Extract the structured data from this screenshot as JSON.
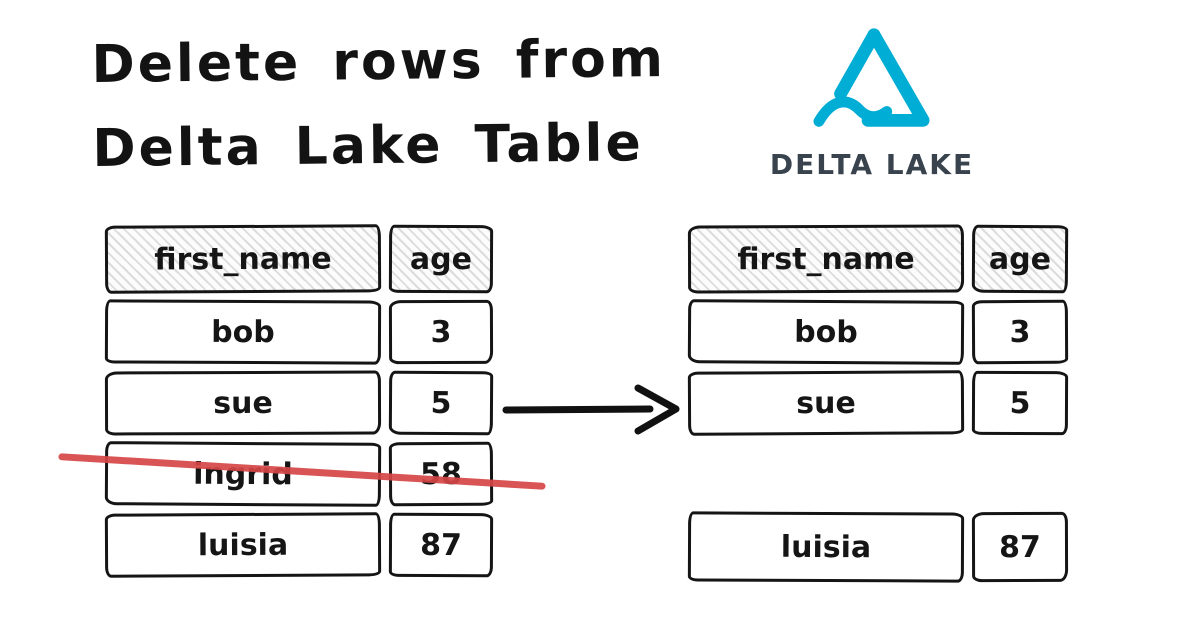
{
  "title": {
    "line1": "Delete rows from",
    "line2": "Delta Lake Table"
  },
  "logo": {
    "label": "DELTA LAKE",
    "brand_color": "#00ADD4",
    "label_color": "#39434D"
  },
  "left_table": {
    "headers": [
      "first_name",
      "age"
    ],
    "rows": [
      {
        "first_name": "bob",
        "age": "3",
        "deleted": false
      },
      {
        "first_name": "sue",
        "age": "5",
        "deleted": false
      },
      {
        "first_name": "ingrid",
        "age": "58",
        "deleted": true
      },
      {
        "first_name": "luisia",
        "age": "87",
        "deleted": false
      }
    ]
  },
  "right_table": {
    "headers": [
      "first_name",
      "age"
    ],
    "rows": [
      {
        "first_name": "bob",
        "age": "3"
      },
      {
        "first_name": "sue",
        "age": "5"
      }
    ]
  },
  "detached_row": {
    "first_name": "luisia",
    "age": "87"
  },
  "icons": {
    "arrow": "arrow-right-icon",
    "logo_mark": "delta-lake-triangle-wave-icon"
  },
  "colors": {
    "ink": "#151515",
    "strike": "#D64545",
    "hatch": "#DCDCDC",
    "brand": "#00ADD4"
  }
}
